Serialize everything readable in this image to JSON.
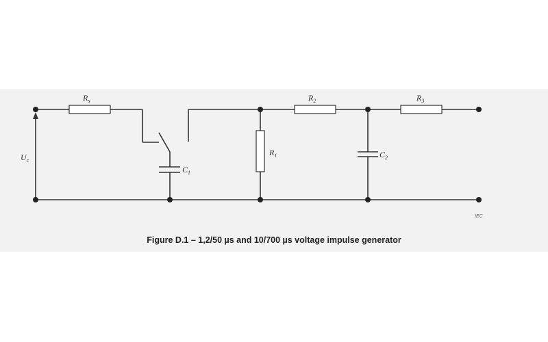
{
  "labels": {
    "uc_main": "U",
    "uc_sub": "c",
    "rs_main": "R",
    "rs_sub": "s",
    "c1_main": "C",
    "c1_sub": "1",
    "r1_main": "R",
    "r1_sub": "1",
    "r2_main": "R",
    "r2_sub": "2",
    "c2_main": "C",
    "c2_sub": "2",
    "r3_main": "R",
    "r3_sub": "3"
  },
  "iec_tag": "IEC",
  "caption": "Figure D.1 – 1,2/50 µs and 10/700 µs voltage impulse generator",
  "colors": {
    "band": "#f2f2f2",
    "line": "#333333",
    "text": "#222222"
  }
}
